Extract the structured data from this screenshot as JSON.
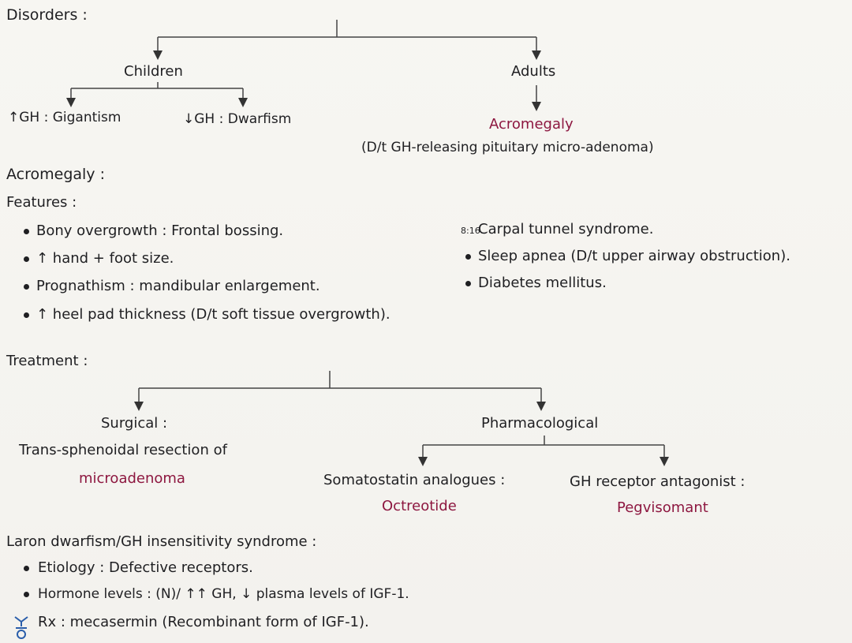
{
  "disorders": {
    "heading": "Disorders :",
    "children": "Children",
    "adults": "Adults",
    "gigantism": "↑GH : Gigantism",
    "dwarfism": "↓GH : Dwarfism",
    "acromegaly": "Acromegaly",
    "acromegaly_cause": "(D/t GH-releasing pituitary micro-adenoma)"
  },
  "acromegaly": {
    "heading": "Acromegaly :",
    "features_heading": "Features :",
    "features_left": [
      "Bony overgrowth : Frontal bossing.",
      "↑ hand + foot size.",
      "Prognathism : mandibular enlargement.",
      "↑ heel pad thickness (D/t soft tissue overgrowth)."
    ],
    "features_right": [
      "Carpal tunnel syndrome.",
      "Sleep apnea (D/t upper airway obstruction).",
      "Diabetes mellitus."
    ],
    "artifact_text": "8:16"
  },
  "treatment": {
    "heading": "Treatment :",
    "surgical": "Surgical :",
    "surgical_line1": "Trans-sphenoidal resection of",
    "surgical_line2": "microadenoma",
    "pharmacological": "Pharmacological",
    "somatostatin": "Somatostatin analogues :",
    "octreotide": "Octreotide",
    "gh_antagonist": "GH receptor antagonist :",
    "pegvisomant": "Pegvisomant"
  },
  "laron": {
    "heading": "Laron dwarfism/GH insensitivity syndrome :",
    "items": [
      "Etiology : Defective receptors.",
      "Hormone levels : (N)/ ↑↑ GH, ↓ plasma levels of IGF-1.",
      "Rx : mecasermin (Recombinant form of IGF-1)."
    ]
  },
  "colors": {
    "ink": "#1f1f22",
    "maroon": "#8d1740"
  },
  "icons": {
    "bottom_left": "symbol-icon"
  }
}
